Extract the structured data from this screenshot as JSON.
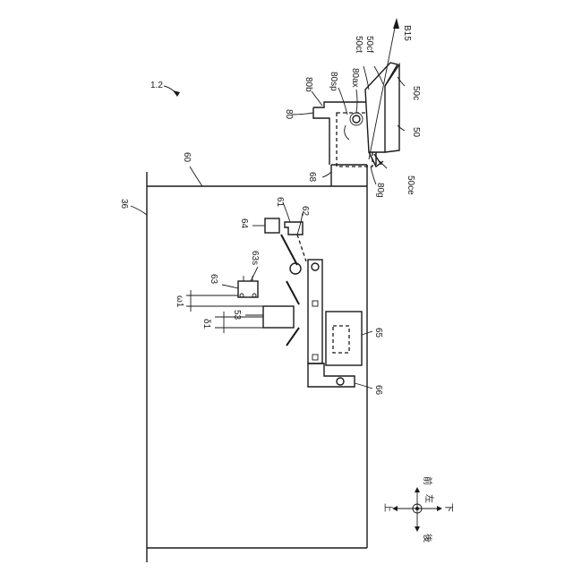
{
  "figure": {
    "ref": "1.2",
    "labels": {
      "b15": "B15",
      "c50ct": "50ct",
      "c50cf": "50cf",
      "c80sp": "80sp",
      "c80ax": "80ax",
      "c80b": "80b",
      "c80": "80",
      "c50c": "50c",
      "c50": "50",
      "c50ce": "50ce",
      "c80g": "80g",
      "c68": "68",
      "c60": "60",
      "c36": "36",
      "c61": "61",
      "c62": "62",
      "c64": "64",
      "c63s": "63s",
      "c63": "63",
      "omega1": "ω1",
      "delta1": "δ1",
      "c53": "53",
      "c65": "65",
      "c66": "66"
    },
    "directions": {
      "front": "前",
      "left": "左",
      "down": "下",
      "up": "上",
      "rear": "後"
    }
  }
}
